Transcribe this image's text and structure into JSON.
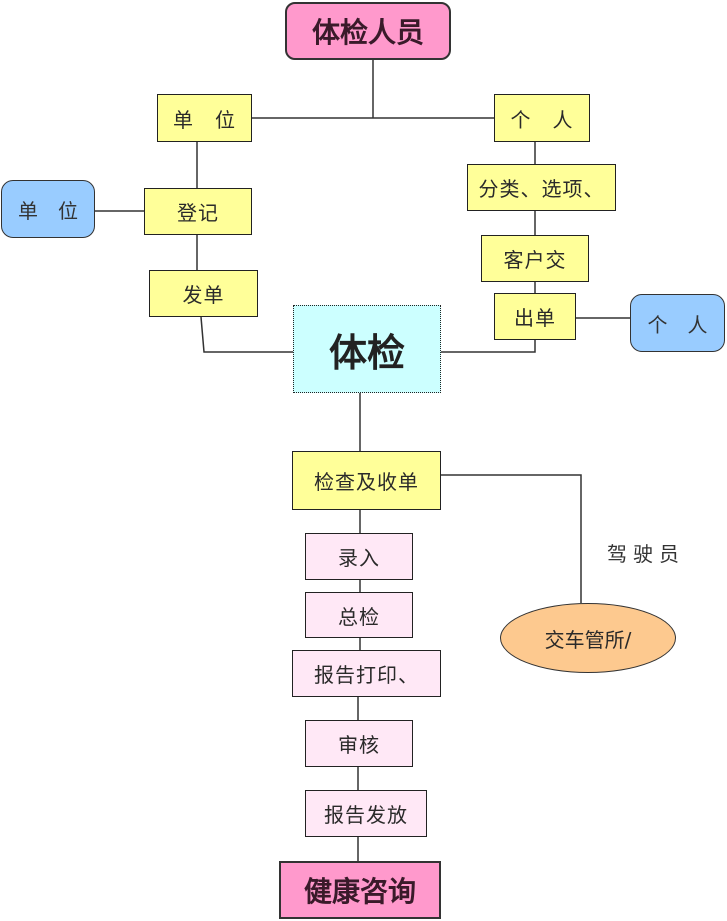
{
  "diagram": {
    "title": "体检流程图",
    "nodes": {
      "root": "体检人员",
      "unit_branch": "单　位",
      "person_branch": "个　人",
      "register": "登记",
      "unit_client": "单　位",
      "issue_form": "发单",
      "classify": "分类、选项、",
      "customer_submit": "客户交",
      "output_form": "出单",
      "person_client": "个　人",
      "exam": "体检",
      "check_collect": "检查及收单",
      "data_entry": "录入",
      "general_check": "总检",
      "report_print": "报告打印、",
      "review": "审核",
      "report_issue": "报告发放",
      "health_consult": "健康咨询",
      "traffic_office": "交车管所/"
    },
    "labels": {
      "driver": "驾驶员"
    },
    "colors": {
      "process": "#ffff99",
      "terminal_start": "#ff99cc",
      "external": "#99ccff",
      "core": "#ccffff",
      "post_process": "#ffe8f6",
      "office": "#fdc98f"
    }
  }
}
